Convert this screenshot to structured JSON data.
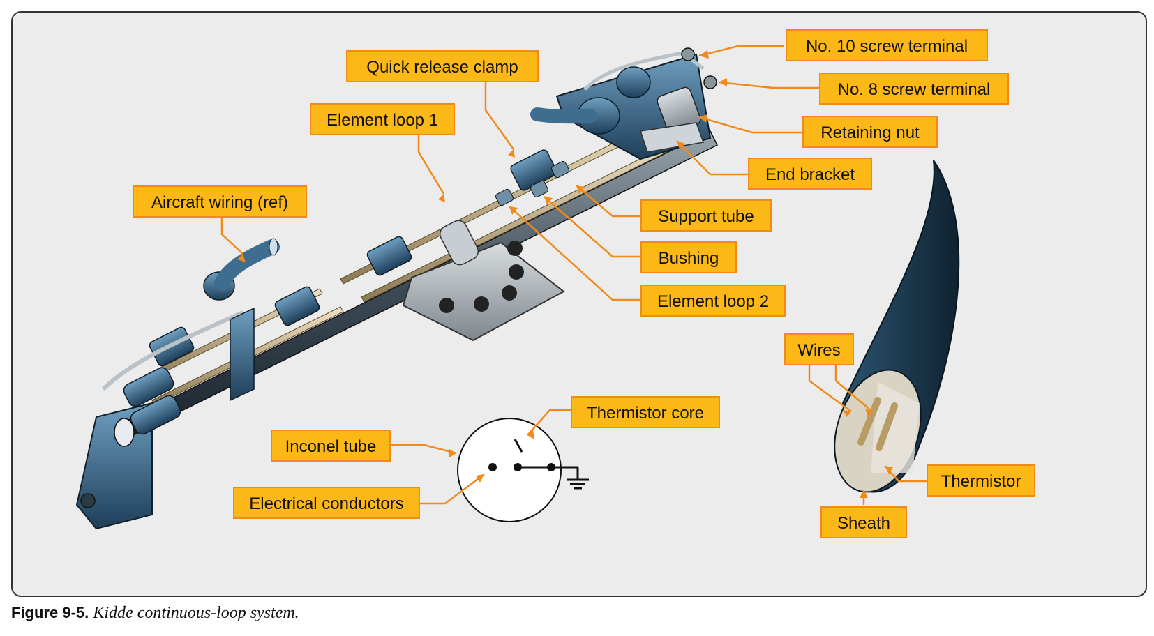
{
  "labels": {
    "no10_screw_terminal": "No. 10 screw terminal",
    "no8_screw_terminal": "No. 8 screw terminal",
    "retaining_nut": "Retaining nut",
    "end_bracket": "End bracket",
    "support_tube": "Support tube",
    "bushing": "Bushing",
    "element_loop_2": "Element loop 2",
    "quick_release_clamp": "Quick release clamp",
    "element_loop_1": "Element loop 1",
    "aircraft_wiring": "Aircraft wiring (ref)",
    "thermistor_core": "Thermistor core",
    "inconel_tube": "Inconel tube",
    "electrical_conductors": "Electrical conductors",
    "wires": "Wires",
    "thermistor": "Thermistor",
    "sheath": "Sheath"
  },
  "caption": {
    "figure": "Figure 9-5.",
    "text": "Kidde continuous-loop system."
  },
  "colors": {
    "callout_fill": "#fcb817",
    "callout_border": "#f08a1a",
    "leader": "#f08a1a",
    "metal_dark": "#1f3d55",
    "background": "#ececec"
  }
}
